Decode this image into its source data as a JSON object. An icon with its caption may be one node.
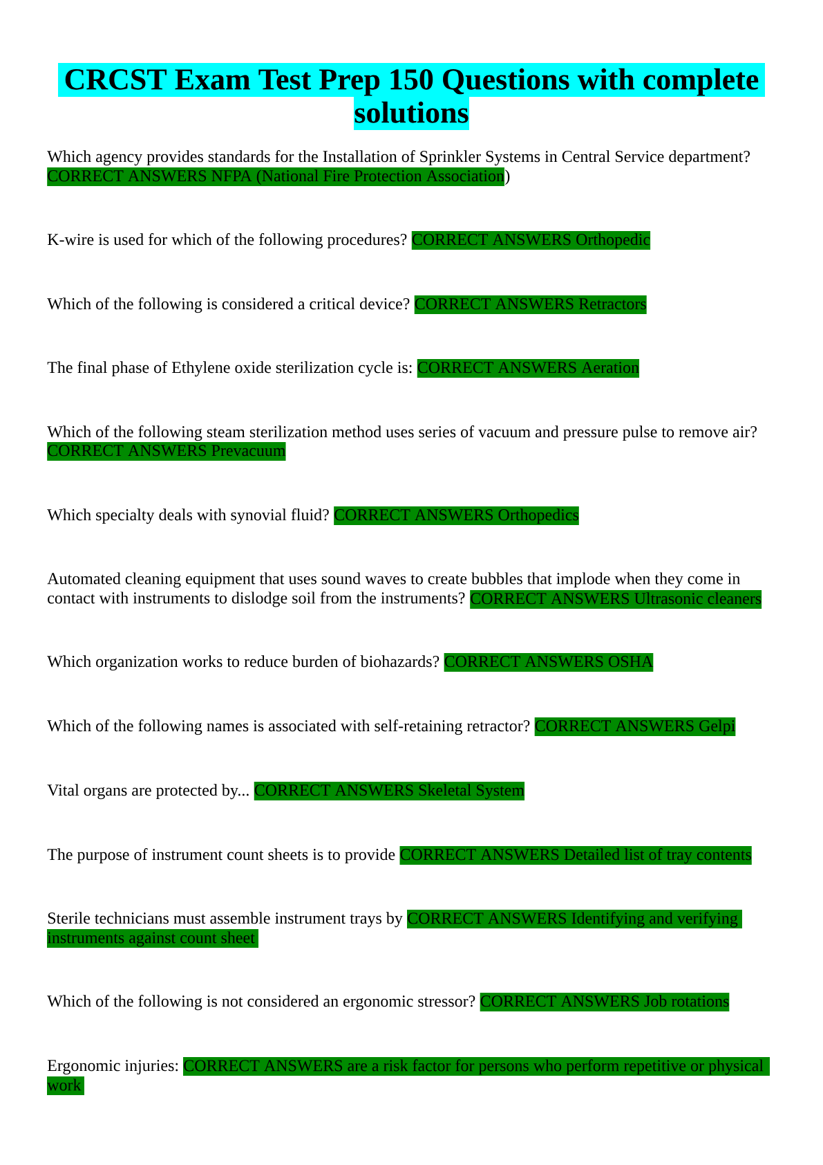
{
  "diagram": {
    "title": "CRCST Exam Test Prep 150 Questions with complete solutions",
    "labels": [
      "Which agency provides standards for the Installation of Sprinkler Systems in Central Service department?",
      "CORRECT ANSWERS NFPA (National Fire Protection Association",
      ")",
      "K-wire is used for which of the following procedures?",
      "CORRECT ANSWERS Orthopedic",
      "Which of the following is considered a critical device?",
      "CORRECT ANSWERS Retractors",
      "The final phase of Ethylene oxide sterilization cycle is:",
      "CORRECT ANSWERS Aeration",
      "Which of the following steam sterilization method uses series of vacuum and pressure pulse to remove air?",
      "CORRECT ANSWERS Prevacuum",
      "Which specialty deals with synovial fluid?",
      "CORRECT ANSWERS Orthopedics",
      "Automated cleaning equipment that uses sound waves to create bubbles that implode when they come in contact with instruments to dislodge soil from the instruments?",
      "CORRECT ANSWERS Ultrasonic cleaners",
      "Which organization works to reduce burden of biohazards?",
      "CORRECT ANSWERS OSHA",
      "Which of the following names is associated with self-retaining retractor?",
      "CORRECT ANSWERS Gelpi",
      "Vital organs are protected by...",
      "CORRECT ANSWERS Skeletal System",
      "The purpose of instrument count sheets is to provide",
      "CORRECT ANSWERS Detailed list of tray contents",
      "Sterile technicians must assemble instrument trays by",
      "CORRECT ANSWERS Identifying and verifying instruments against count sheet",
      "Which of the following is not considered an ergonomic stressor?",
      "CORRECT ANSWERS Job rotations",
      "Ergonomic injuries:",
      "CORRECT ANSWERS are a risk factor for persons who perform repetitive or physical work"
    ]
  }
}
